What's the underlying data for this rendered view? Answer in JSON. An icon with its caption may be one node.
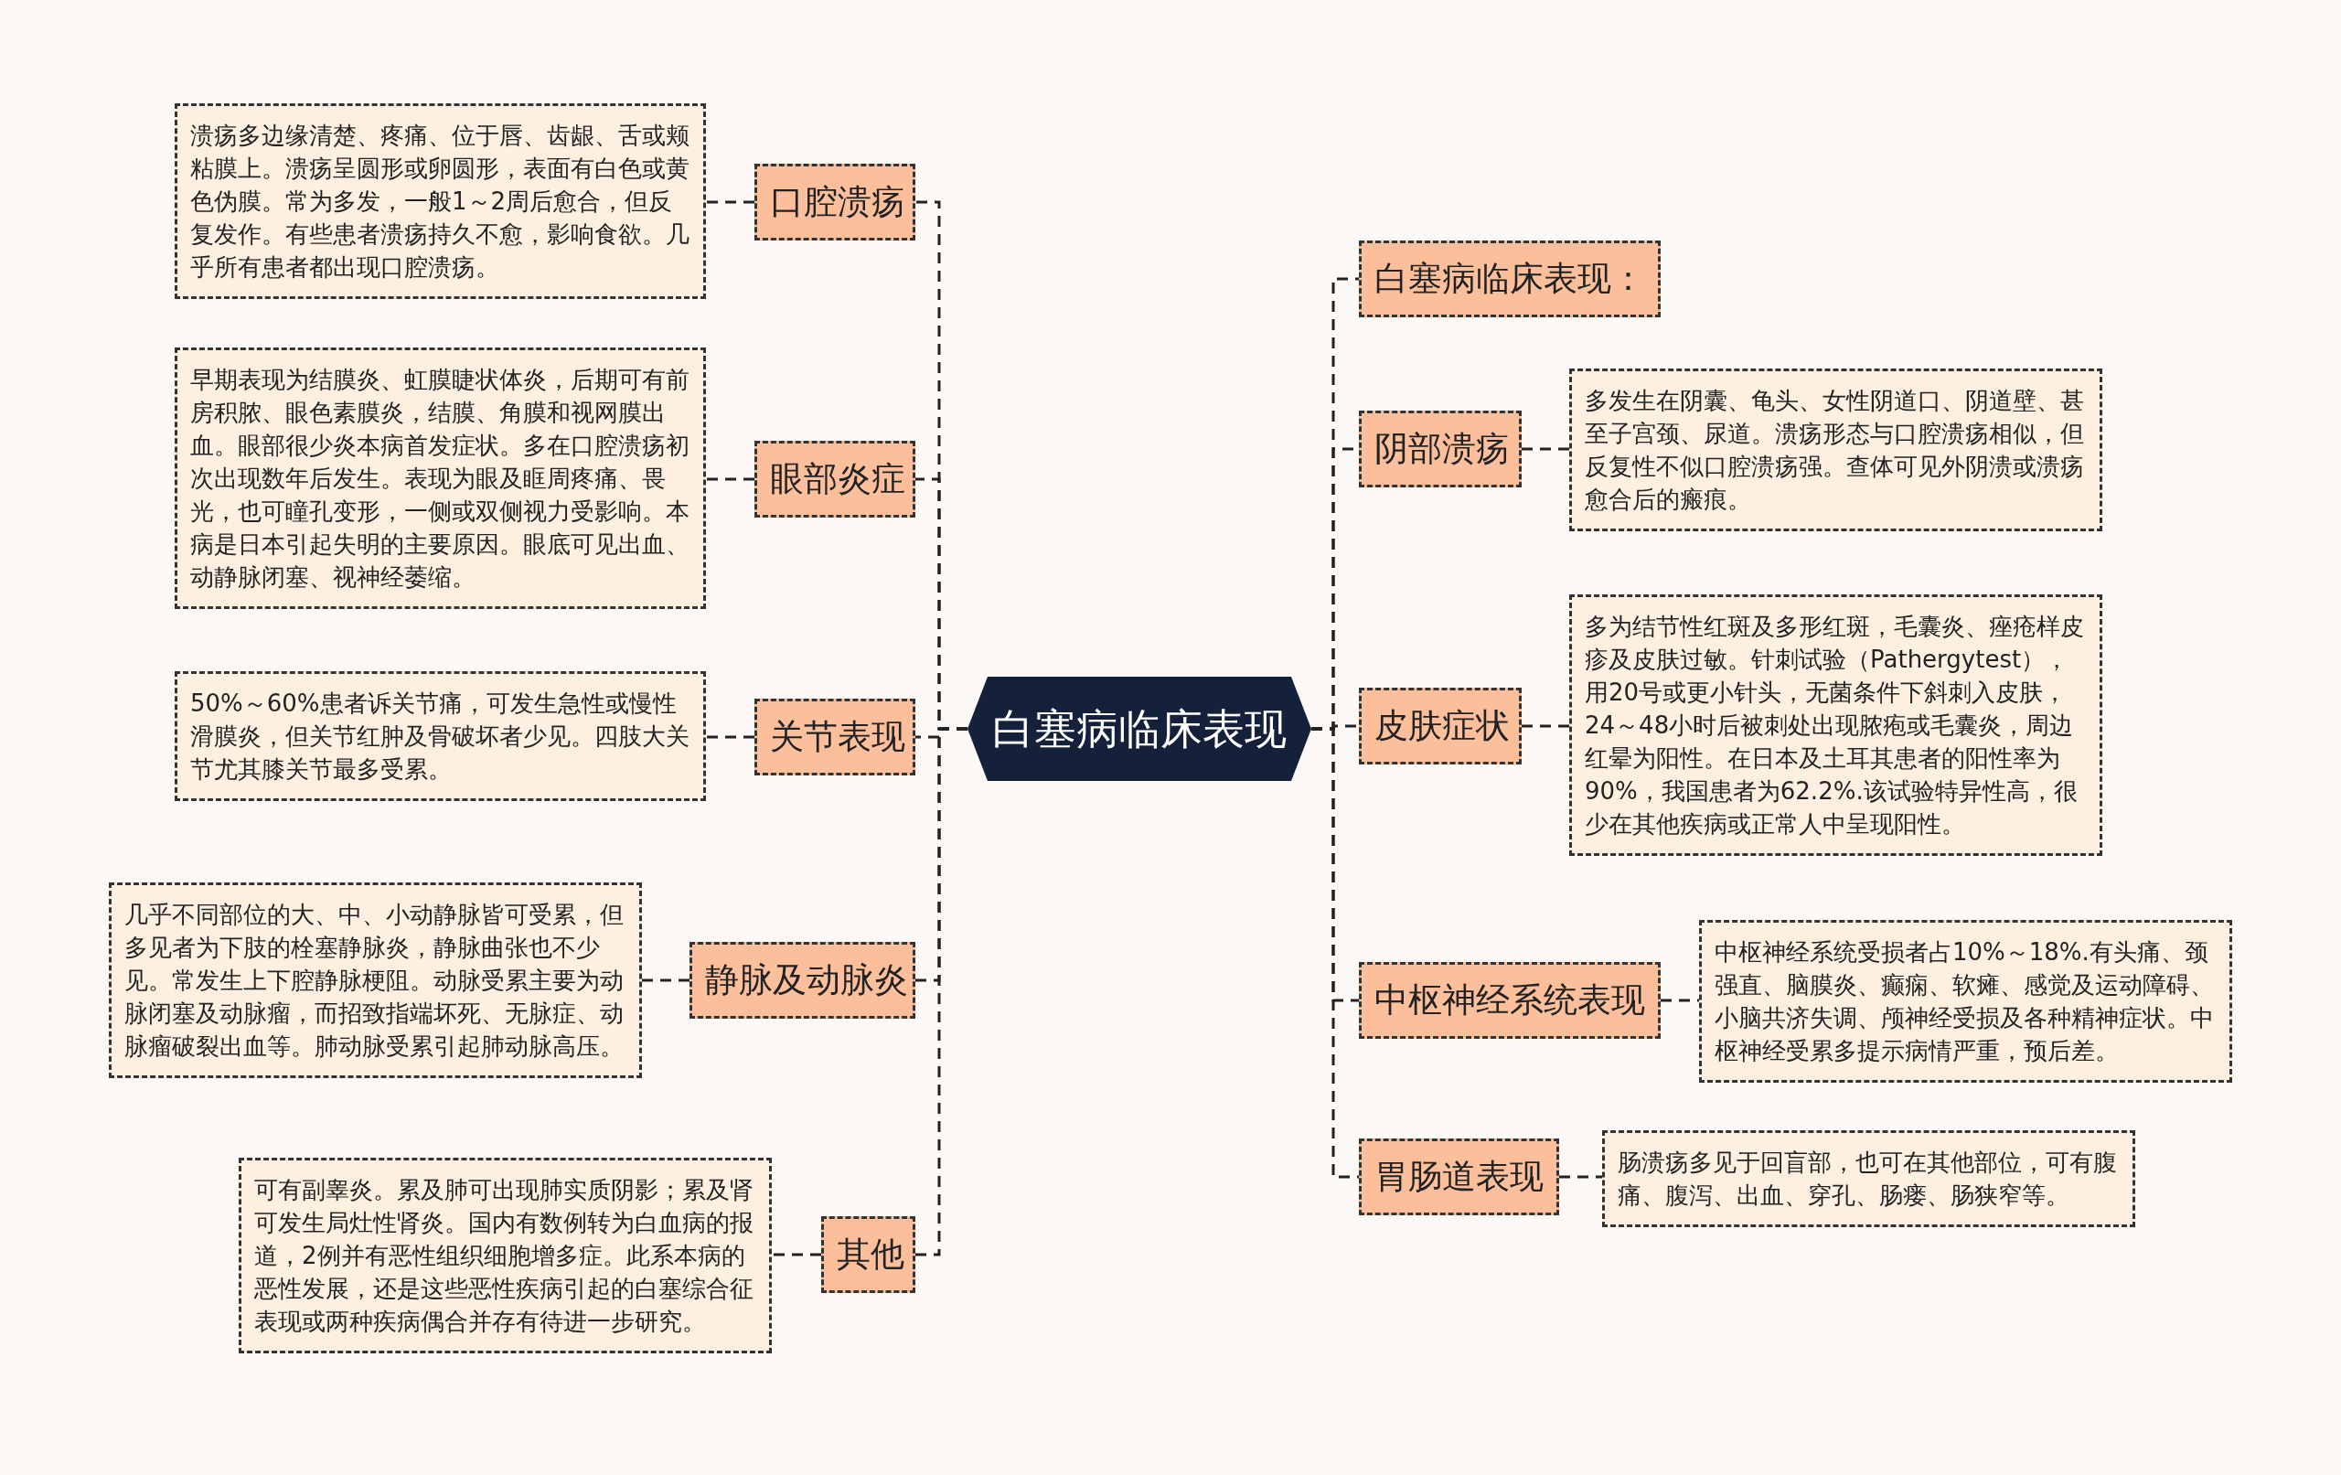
{
  "diagram": {
    "nodes": [
      {
        "text": [
          "白塞病临床表现"
        ]
      },
      {
        "text": [
          "口腔溃疡"
        ]
      },
      {
        "text": [
          "溃疡多边缘清楚、疼痛、位于唇、齿龈、舌或颊粘膜上。溃疡呈圆形或卵圆形，表面有白色或黄色伪膜。常为多发，一般1～2周后愈合，但反复发作。有些患者溃疡持久不愈，影响食欲。几乎所有患者都出现口腔溃疡。"
        ]
      },
      {
        "text": [
          "眼部炎症"
        ]
      },
      {
        "text": [
          "早期表现为结膜炎、虹膜睫状体炎，后期可有前房积脓、眼色素膜炎，结膜、角膜和视网膜出血。眼部很少炎本病首发症状。多在口腔溃疡初次出现数年后发生。表现为眼及眶周疼痛、畏光，也可瞳孔变形，一侧或双侧视力受影响。本病是日本引起失明的主要原因。眼底可见出血、动静脉闭塞、视神经萎缩。"
        ]
      },
      {
        "text": [
          "关节表现"
        ]
      },
      {
        "text": [
          "50%～60%患者诉关节痛，可发生急性或慢性滑膜炎，但关节红肿及骨破坏者少见。四肢大关节尤其膝关节最多受累。"
        ]
      },
      {
        "text": [
          "静脉及动脉炎"
        ]
      },
      {
        "text": [
          "几乎不同部位的大、中、小动静脉皆可受累，但多见者为下肢的栓塞静脉炎，静脉曲张也不少见。常发生上下腔静脉梗阻。动脉受累主要为动脉闭塞及动脉瘤，而招致指端坏死、无脉症、动脉瘤破裂出血等。肺动脉受累引起肺动脉高压。"
        ]
      },
      {
        "text": [
          "其他"
        ]
      },
      {
        "text": [
          "可有副睾炎。累及肺可出现肺实质阴影；累及肾可发生局灶性肾炎。国内有数例转为白血病的报道，2例并有恶性组织细胞增多症。此系本病的恶性发展，还是这些恶性疾病引起的白塞综合征表现或两种疾病偶合并存有待进一步研究。"
        ]
      },
      {
        "text": [
          "白塞病临床表现："
        ]
      },
      {
        "text": [
          "阴部溃疡"
        ]
      },
      {
        "text": [
          "多发生在阴囊、龟头、女性阴道口、阴道壁、甚至子宫颈、尿道。溃疡形态与口腔溃疡相似，但反复性不似口腔溃疡强。查体可见外阴溃或溃疡愈合后的瘢痕。"
        ]
      },
      {
        "text": [
          "皮肤症状"
        ]
      },
      {
        "text": [
          "多为结节性红斑及多形红斑，毛囊炎、痤疮样皮疹及皮肤过敏。针刺试验（Pathergytest），用20号或更小针头，无菌条件下斜刺入皮肤，24～48小时后被刺处出现脓疱或毛囊炎，周边红晕为阳性。在日本及土耳其患者的阳性率为90%，我国患者为62.2%.该试验特异性高，很少在其他疾病或正常人中呈现阳性。"
        ]
      },
      {
        "text": [
          "中枢神经系统表现"
        ]
      },
      {
        "text": [
          "中枢神经系统受损者占10%～18%.有头痛、颈强直、脑膜炎、癫痫、软瘫、感觉及运动障碍、小脑共济失调、颅神经受损及各种精神症状。中枢神经受累多提示病情严重，预后差。"
        ]
      },
      {
        "text": [
          "胃肠道表现"
        ]
      },
      {
        "text": [
          "肠溃疡多见于回盲部，也可在其他部位，可有腹痛、腹泻、出血、穿孔、肠瘘、肠狭窄等。"
        ]
      }
    ],
    "edges": [
      {
        "from": 0,
        "to": 1,
        "arrow": "none"
      },
      {
        "from": 1,
        "to": 2,
        "arrow": "none"
      },
      {
        "from": 0,
        "to": 3,
        "arrow": "none"
      },
      {
        "from": 3,
        "to": 4,
        "arrow": "none"
      },
      {
        "from": 0,
        "to": 5,
        "arrow": "none"
      },
      {
        "from": 5,
        "to": 6,
        "arrow": "none"
      },
      {
        "from": 0,
        "to": 7,
        "arrow": "none"
      },
      {
        "from": 7,
        "to": 8,
        "arrow": "none"
      },
      {
        "from": 0,
        "to": 9,
        "arrow": "none"
      },
      {
        "from": 9,
        "to": 10,
        "arrow": "none"
      },
      {
        "from": 0,
        "to": 11,
        "arrow": "none"
      },
      {
        "from": 0,
        "to": 12,
        "arrow": "none"
      },
      {
        "from": 12,
        "to": 13,
        "arrow": "none"
      },
      {
        "from": 0,
        "to": 14,
        "arrow": "none"
      },
      {
        "from": 14,
        "to": 15,
        "arrow": "none"
      },
      {
        "from": 0,
        "to": 16,
        "arrow": "none"
      },
      {
        "from": 16,
        "to": 17,
        "arrow": "none"
      },
      {
        "from": 0,
        "to": 18,
        "arrow": "none"
      },
      {
        "from": 18,
        "to": 19,
        "arrow": "none"
      }
    ]
  }
}
